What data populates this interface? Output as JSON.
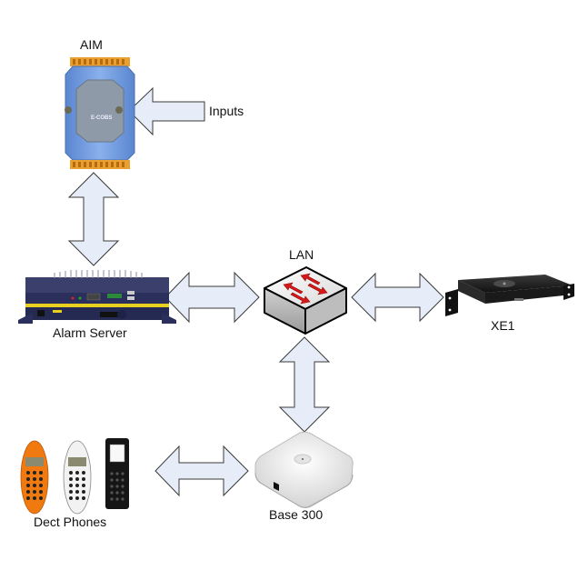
{
  "diagram": {
    "arrow_fill": "#e6edf8",
    "arrow_stroke": "#3a3a3a",
    "nodes": {
      "aim": {
        "label": "AIM"
      },
      "inputs": {
        "label": "Inputs"
      },
      "alarm_server": {
        "label": "Alarm Server"
      },
      "lan": {
        "label": "LAN"
      },
      "xe1": {
        "label": "XE1"
      },
      "dect_phones": {
        "label": "Dect Phones"
      },
      "base300": {
        "label": "Base 300"
      }
    },
    "connections": [
      {
        "from": "Inputs",
        "to": "AIM",
        "direction": "one-way"
      },
      {
        "from": "AIM",
        "to": "Alarm Server",
        "direction": "two-way"
      },
      {
        "from": "Alarm Server",
        "to": "LAN",
        "direction": "two-way"
      },
      {
        "from": "LAN",
        "to": "XE1",
        "direction": "two-way"
      },
      {
        "from": "LAN",
        "to": "Base 300",
        "direction": "two-way"
      },
      {
        "from": "Dect Phones",
        "to": "Base 300",
        "direction": "two-way"
      }
    ],
    "colors": {
      "aim_body": "#6f9be0",
      "aim_terminals": "#e8a030",
      "server_body": "#2a2f5c",
      "server_stripe": "#e8d020",
      "switch_arrows": "#d81818",
      "xe1_body": "#1e1e1e",
      "phone_orange": "#f07a10",
      "phone_white": "#f2f2f2",
      "phone_black": "#151515",
      "base_body": "#efefef"
    }
  }
}
